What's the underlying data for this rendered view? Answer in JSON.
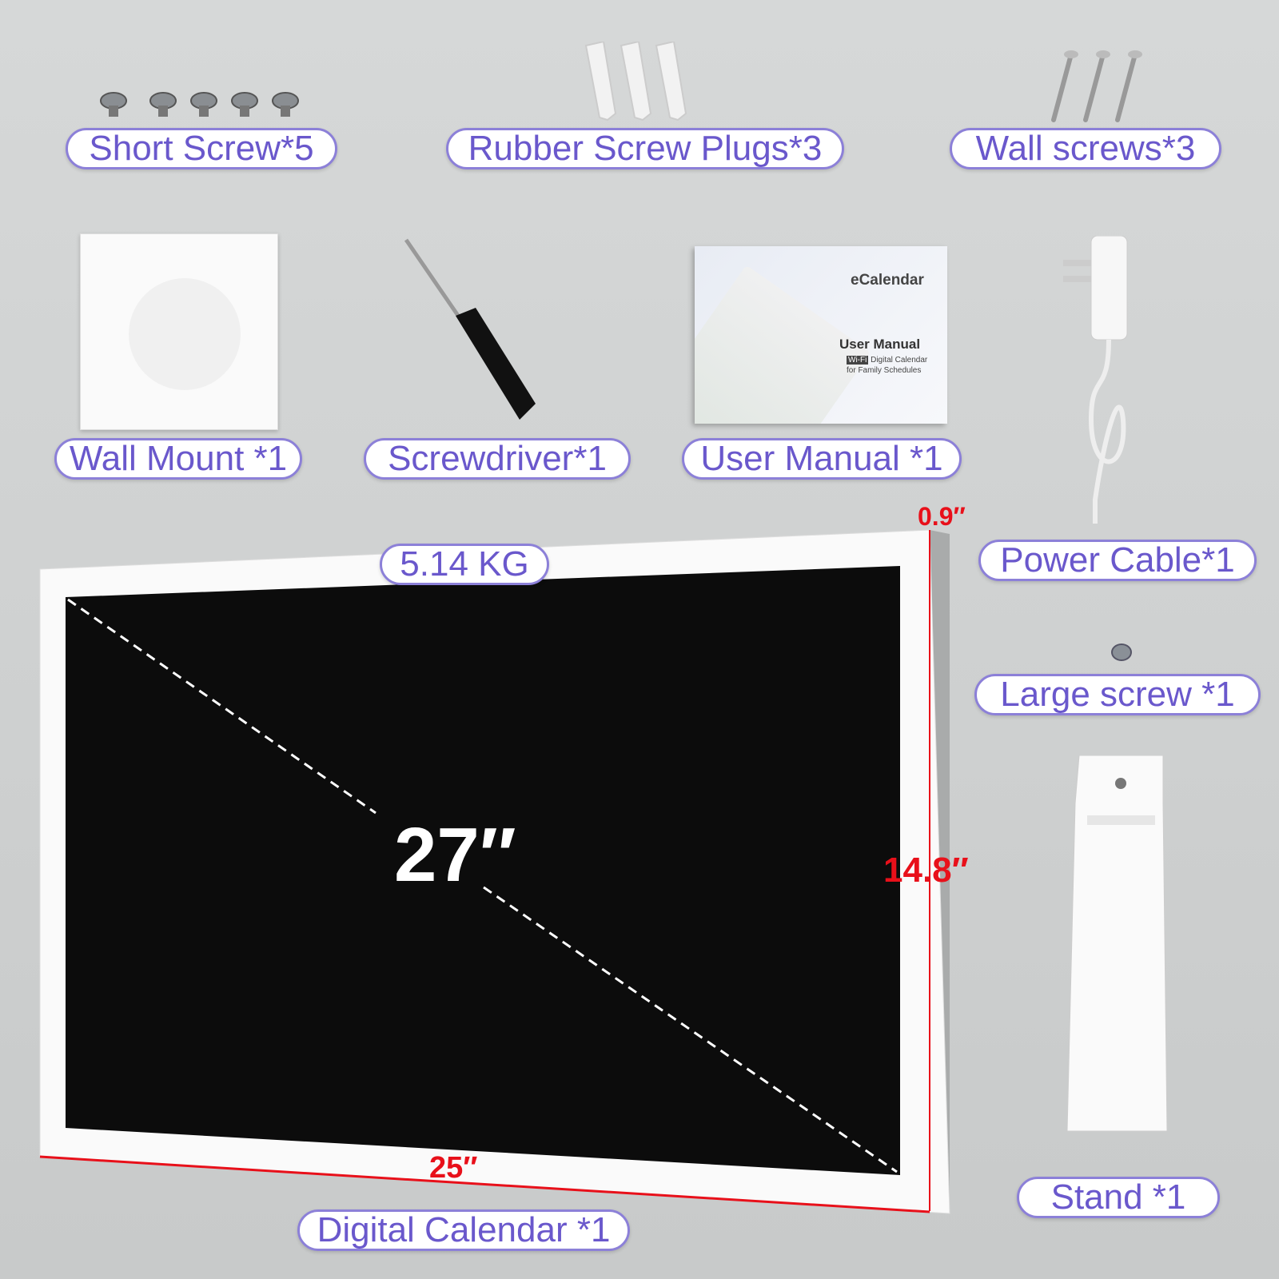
{
  "labels": {
    "short_screw": "Short Screw*5",
    "rubber_plugs": "Rubber Screw Plugs*3",
    "wall_screws": "Wall screws*3",
    "wall_mount": "Wall Mount *1",
    "screwdriver": "Screwdriver*1",
    "user_manual": "User Manual *1",
    "power_cable": "Power Cable*1",
    "weight": "5.14 KG",
    "large_screw": "Large screw *1",
    "stand": "Stand *1",
    "digital_calendar": "Digital Calendar *1"
  },
  "dimensions": {
    "diagonal": "27″",
    "depth": "0.9″",
    "height": "14.8″",
    "width": "25″"
  },
  "manual_cover": {
    "brand": "eCalendar",
    "title": "User Manual",
    "badge": "Wi-Fi",
    "subtitle1": "Digital Calendar",
    "subtitle2": "for Family Schedules"
  },
  "colors": {
    "label_text": "#6a58cc",
    "label_border": "#8c80d8",
    "dimension": "#e8101a"
  }
}
